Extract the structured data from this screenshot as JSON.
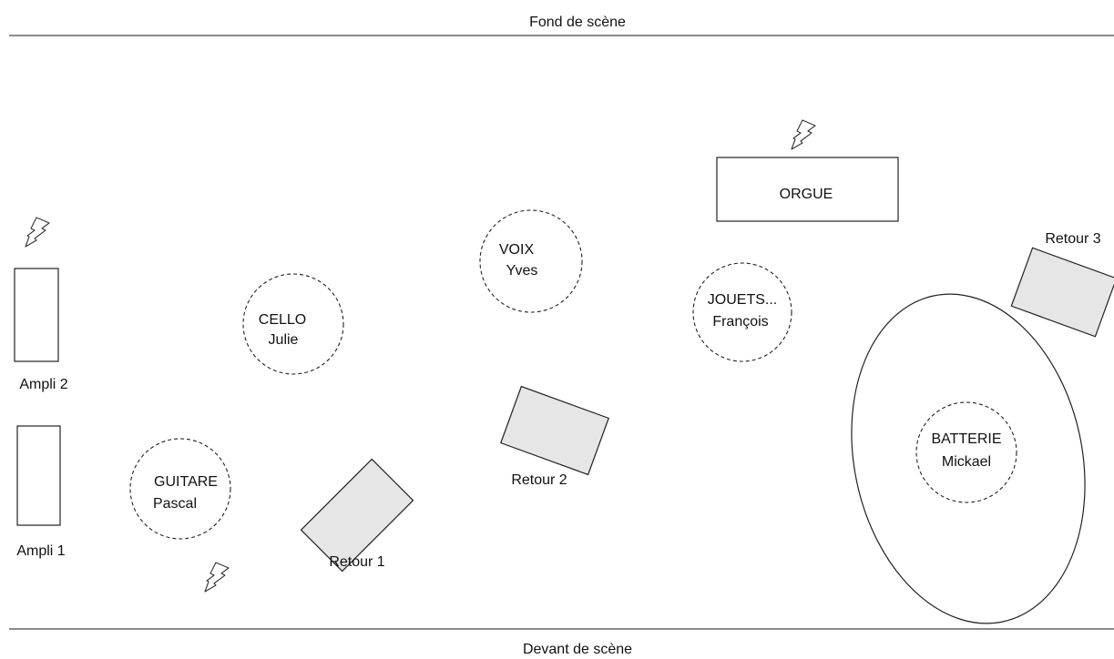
{
  "stage": {
    "back_label": "Fond de scène",
    "front_label": "Devant de scène"
  },
  "amps": {
    "amp2": "Ampli 2",
    "amp1": "Ampli 1"
  },
  "monitors": {
    "retour1": "Retour 1",
    "retour2": "Retour 2",
    "retour3": "Retour 3"
  },
  "organ": {
    "label": "ORGUE"
  },
  "musicians": {
    "cello": {
      "instrument": "CELLO",
      "name": "Julie"
    },
    "voix": {
      "instrument": "VOIX",
      "name": "Yves"
    },
    "jouets": {
      "instrument": "JOUETS...",
      "name": "François"
    },
    "guitare": {
      "instrument": "GUITARE",
      "name": "Pascal"
    },
    "batterie": {
      "instrument": "BATTERIE",
      "name": "Mickael"
    }
  },
  "icons": [
    "power-outlet-icon",
    "power-outlet-icon",
    "power-outlet-icon"
  ]
}
